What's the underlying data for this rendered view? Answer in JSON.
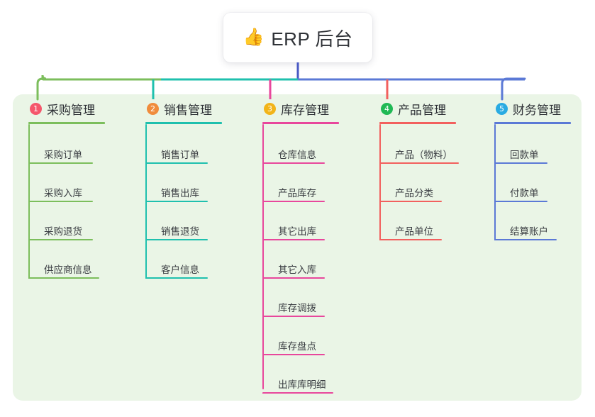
{
  "root": {
    "icon": "thumbs-up-icon",
    "icon_glyph": "👍",
    "title": "ERP 后台"
  },
  "palette": {
    "panel_background": "#eaf5e6",
    "page_background": "#ffffff",
    "root_line": "#4a5ac4",
    "text": "#2f3237"
  },
  "columns": [
    {
      "index": "1",
      "title": "采购管理",
      "badge_color": "#f5576c",
      "line_color": "#7cbe5c",
      "items": [
        {
          "label": "采购订单"
        },
        {
          "label": "采购入库"
        },
        {
          "label": "采购退货"
        },
        {
          "label": "供应商信息"
        }
      ]
    },
    {
      "index": "2",
      "title": "销售管理",
      "badge_color": "#f08c3c",
      "line_color": "#1fc0ae",
      "items": [
        {
          "label": "销售订单"
        },
        {
          "label": "销售出库"
        },
        {
          "label": "销售退货"
        },
        {
          "label": "客户信息"
        }
      ]
    },
    {
      "index": "3",
      "title": "库存管理",
      "badge_color": "#f2b418",
      "line_color": "#e8479c",
      "items": [
        {
          "label": "仓库信息"
        },
        {
          "label": "产品库存"
        },
        {
          "label": "其它出库"
        },
        {
          "label": "其它入库"
        },
        {
          "label": "库存调拨"
        },
        {
          "label": "库存盘点"
        },
        {
          "label": "出库库明细"
        }
      ]
    },
    {
      "index": "4",
      "title": "产品管理",
      "badge_color": "#20b955",
      "line_color": "#f2605e",
      "items": [
        {
          "label": "产品（物料）"
        },
        {
          "label": "产品分类"
        },
        {
          "label": "产品单位"
        }
      ]
    },
    {
      "index": "5",
      "title": "财务管理",
      "badge_color": "#29abe2",
      "line_color": "#5b79d6",
      "items": [
        {
          "label": "回款单"
        },
        {
          "label": "付款单"
        },
        {
          "label": "结算账户"
        }
      ]
    }
  ]
}
